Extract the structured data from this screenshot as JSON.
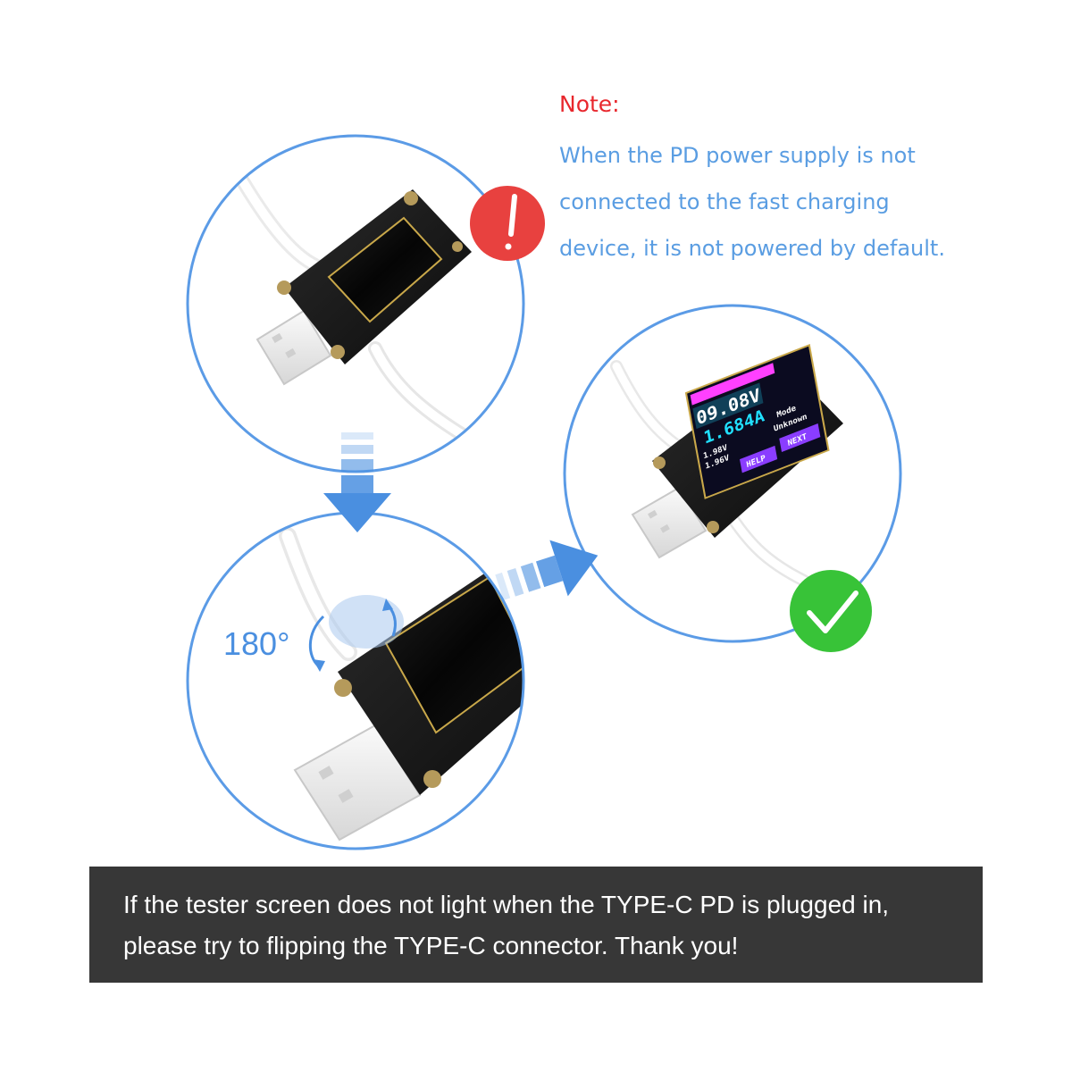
{
  "colors": {
    "note_title": "#e8272d",
    "note_text": "#5a9de2",
    "circle_stroke": "#5b9be6",
    "arrow": "#4a8fe0",
    "warning_badge": "#e8413f",
    "check_badge": "#38c338",
    "banner_bg": "#373737",
    "angle_text": "#4a8fe0"
  },
  "note": {
    "title": "Note:",
    "lines": [
      "When the PD power supply is not",
      "connected to the fast charging",
      "device, it is not powered by default."
    ]
  },
  "rotation": {
    "label": "180°"
  },
  "icons": {
    "warning": "exclamation-icon",
    "success": "checkmark-icon"
  },
  "banner": {
    "lines": [
      "If the tester screen does not light when the TYPE-C PD is plugged in,",
      "please try to flipping the TYPE-C connector. Thank you!"
    ]
  },
  "display": {
    "voltage": "09.08V",
    "current": "1.684A",
    "dplus": "1.98V",
    "dminus": "1.96V",
    "mode_label": "Mode",
    "mode_value": "Unknown",
    "help_label": "HELP",
    "next_label": "NEXT"
  }
}
